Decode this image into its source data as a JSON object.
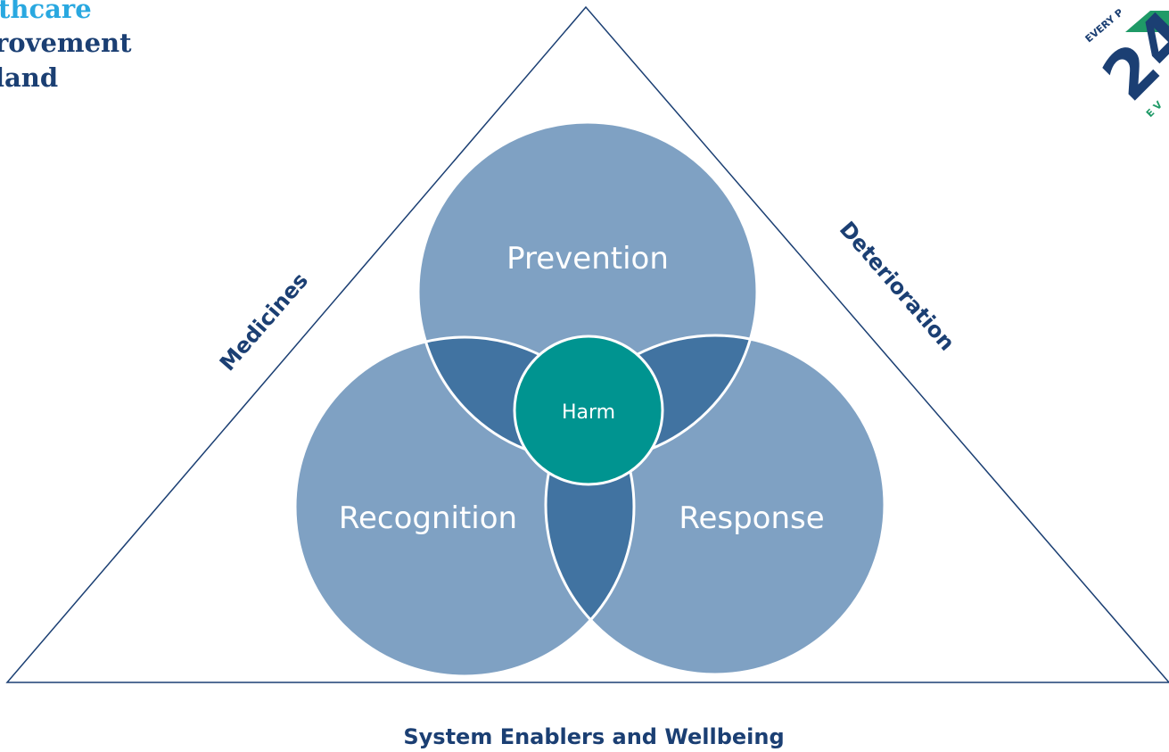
{
  "logo": {
    "lines": [
      "thcare",
      "rovement",
      "land"
    ],
    "colors": [
      "#29a8e0",
      "#1b3f73",
      "#1b3f73"
    ]
  },
  "badge": {
    "arc_text_top": "EVERY P",
    "number": "24",
    "arc_text_bottom": "E V",
    "colors": {
      "primary": "#1b3f73",
      "accent": "#1f9a67"
    }
  },
  "diagram": {
    "edges": {
      "left": "Medicines",
      "right": "Deterioration"
    },
    "circles": {
      "top": "Prevention",
      "left": "Recognition",
      "right": "Response"
    },
    "center": "Harm",
    "footer": "System Enablers and Wellbeing"
  },
  "colors": {
    "circle_fill": "#7fa1c3",
    "overlap_fill": "#4173a1",
    "center_fill": "#009490",
    "text_navy": "#1b3f73",
    "line": "#1b3f73"
  }
}
